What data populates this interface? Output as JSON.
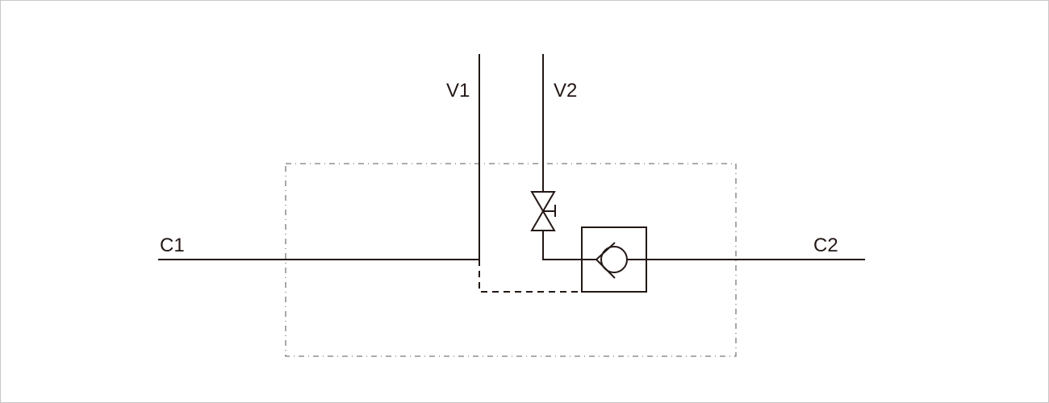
{
  "labels": {
    "c1": "C1",
    "c2": "C2",
    "v1": "V1",
    "v2": "V2"
  },
  "colors": {
    "line": "#231815",
    "boundary": "#7a7a7a",
    "border": "#c8c8c8"
  }
}
